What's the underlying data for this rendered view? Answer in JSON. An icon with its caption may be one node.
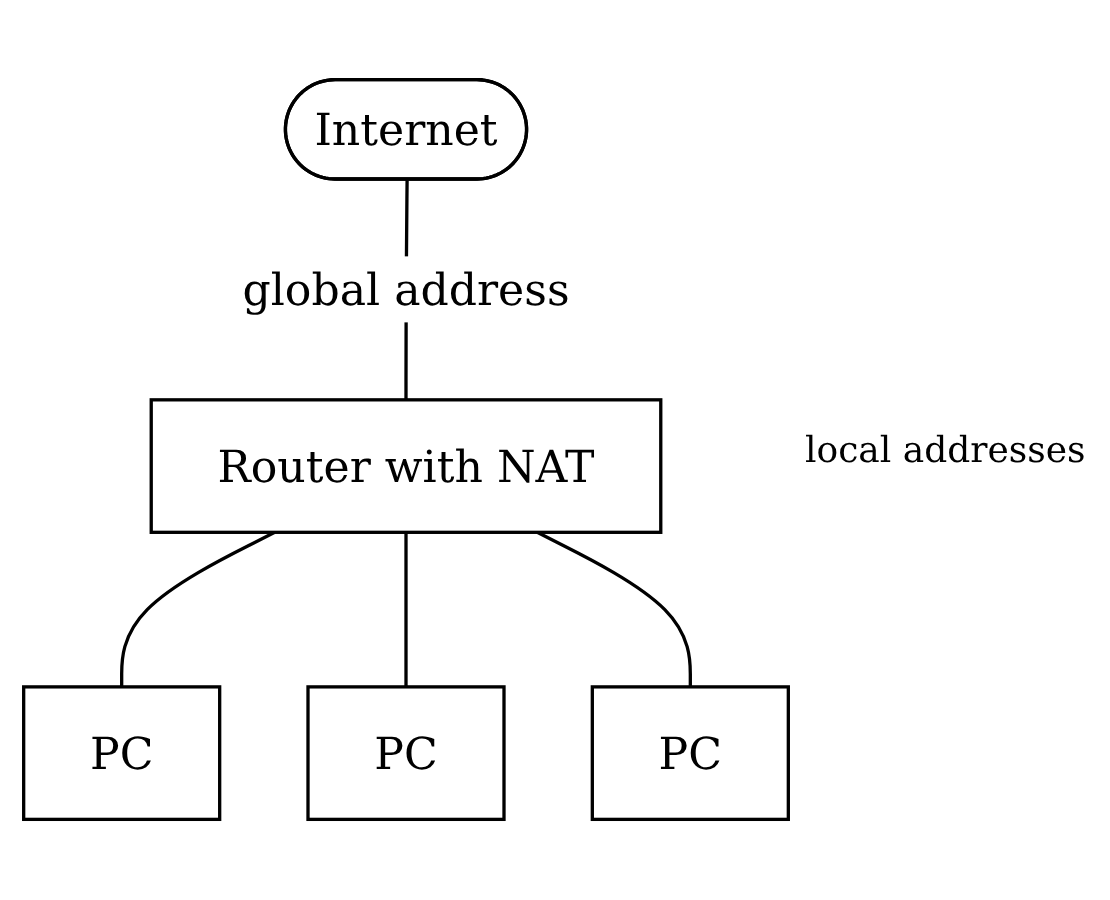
{
  "diagram": {
    "nodes": [
      {
        "text": [
          "Internet"
        ]
      },
      {
        "text": [
          "Router with NAT"
        ]
      },
      {
        "text": [
          "PC"
        ]
      },
      {
        "text": [
          "PC"
        ]
      },
      {
        "text": [
          "PC"
        ]
      }
    ],
    "edges": [
      {
        "from": 0,
        "to": 1,
        "arrow": "none",
        "label": "global address"
      },
      {
        "from": 1,
        "to": 2,
        "arrow": "none"
      },
      {
        "from": 1,
        "to": 3,
        "arrow": "none"
      },
      {
        "from": 1,
        "to": 4,
        "arrow": "none"
      }
    ],
    "labels": [
      "local addresses"
    ]
  }
}
